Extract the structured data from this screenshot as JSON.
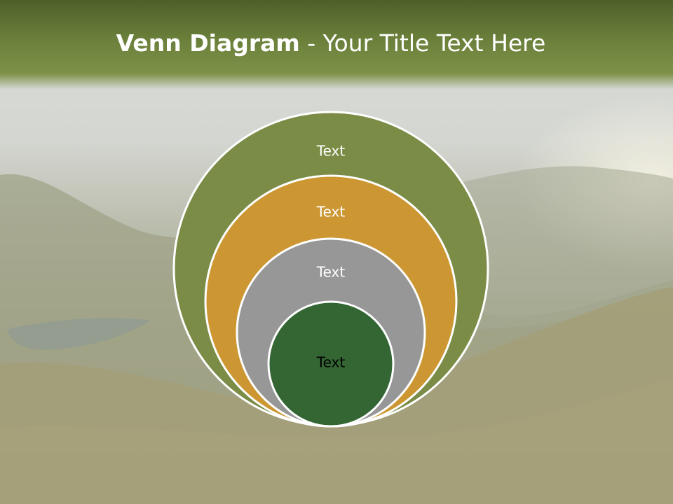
{
  "slide": {
    "title_bold": "Venn Diagram",
    "title_rest": " - Your Title Text Here"
  },
  "diagram": {
    "circles": [
      {
        "label": "Text",
        "fill": "#7a8c45",
        "text_color": "#ffffff"
      },
      {
        "label": "Text",
        "fill": "#cc9733",
        "text_color": "#ffffff"
      },
      {
        "label": "Text",
        "fill": "#979797",
        "text_color": "#ffffff"
      },
      {
        "label": "Text",
        "fill": "#336633",
        "text_color": "#000000"
      }
    ]
  },
  "colors": {
    "title_band": "#6a7f3a",
    "outline": "#ffffff"
  }
}
